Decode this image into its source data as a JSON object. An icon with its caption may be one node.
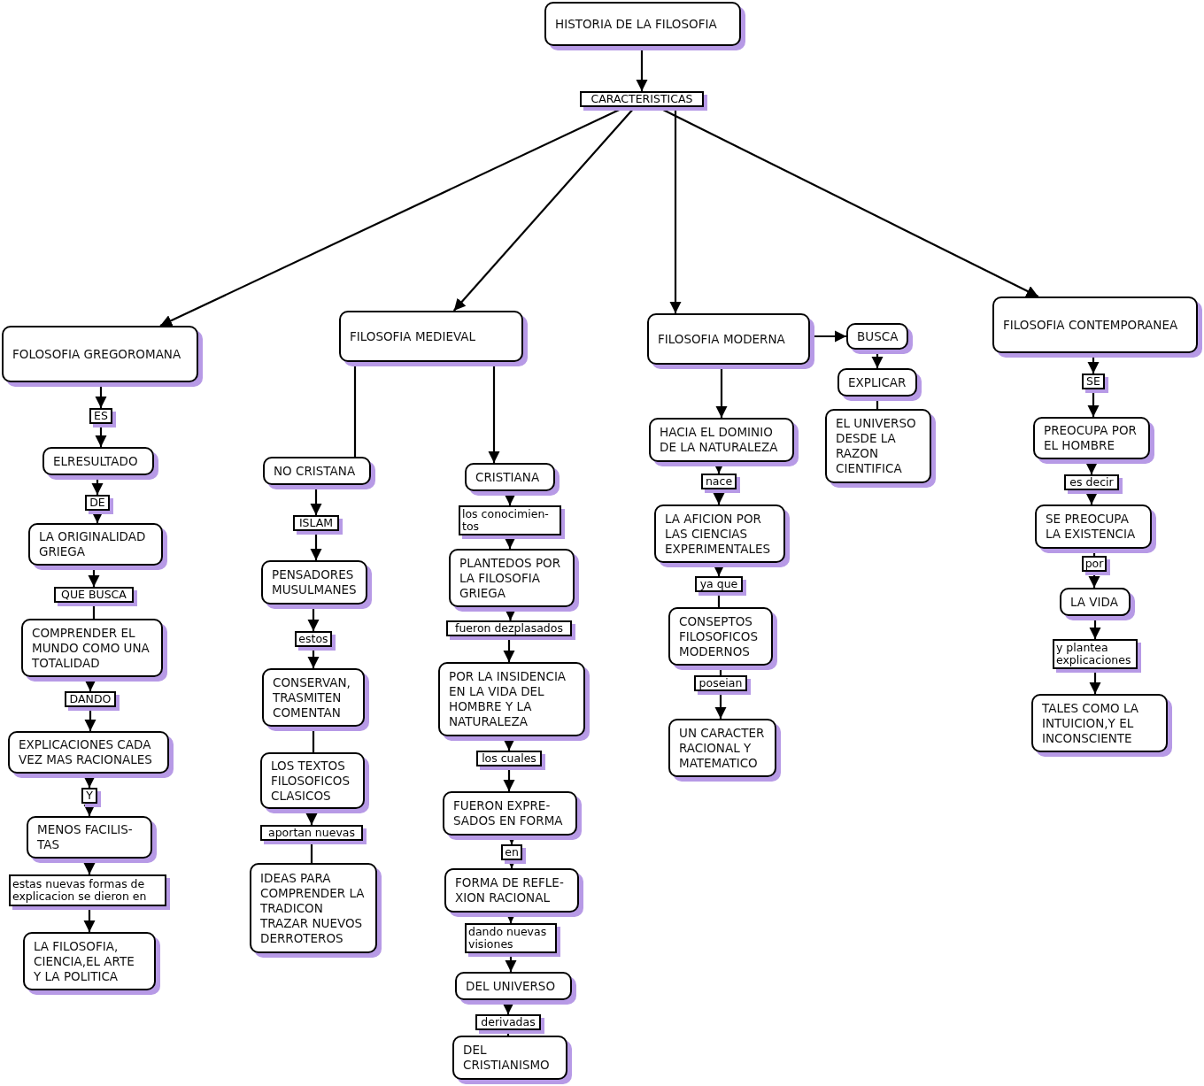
{
  "diagram": {
    "nodes": [
      {
        "text": [
          "HISTORIA DE LA FILOSOFIA"
        ]
      },
      {
        "text": [
          "CARACTERISTICAS"
        ]
      },
      {
        "text": [
          "FOLOSOFIA GREGOROMANA"
        ]
      },
      {
        "text": [
          "FILOSOFIA MEDIEVAL"
        ]
      },
      {
        "text": [
          "FILOSOFIA MODERNA"
        ]
      },
      {
        "text": [
          "BUSCA"
        ]
      },
      {
        "text": [
          "FILOSOFIA CONTEMPORANEA"
        ]
      },
      {
        "text": [
          "ES"
        ]
      },
      {
        "text": [
          "ELRESULTADO"
        ]
      },
      {
        "text": [
          "DE"
        ]
      },
      {
        "text": [
          "LA ORIGINALIDAD GRIEGA"
        ]
      },
      {
        "text": [
          "QUE BUSCA"
        ]
      },
      {
        "text": [
          "COMPRENDER EL MUNDO COMO UNA TOTALIDAD"
        ]
      },
      {
        "text": [
          "DANDO"
        ]
      },
      {
        "text": [
          "EXPLICACIONES CADA VEZ MAS RACIONALES"
        ]
      },
      {
        "text": [
          "Y"
        ]
      },
      {
        "text": [
          "MENOS FACILIS- TAS"
        ]
      },
      {
        "text": [
          "estas nuevas formas de explicacion se dieron en"
        ]
      },
      {
        "text": [
          "LA FILOSOFIA, CIENCIA,EL ARTE Y LA POLITICA"
        ]
      },
      {
        "text": [
          "NO CRISTANA"
        ]
      },
      {
        "text": [
          "ISLAM"
        ]
      },
      {
        "text": [
          "PENSADORES MUSULMANES"
        ]
      },
      {
        "text": [
          "estos"
        ]
      },
      {
        "text": [
          "CONSERVAN, TRASMITEN COMENTAN"
        ]
      },
      {
        "text": [
          "LOS TEXTOS FILOSOFICOS CLASICOS"
        ]
      },
      {
        "text": [
          "aportan nuevas"
        ]
      },
      {
        "text": [
          "IDEAS PARA COMPRENDER LA TRADICON TRAZAR NUEVOS DERROTEROS"
        ]
      },
      {
        "text": [
          "CRISTIANA"
        ]
      },
      {
        "text": [
          "los conocimien- tos"
        ]
      },
      {
        "text": [
          "PLANTEDOS POR LA FILOSOFIA GRIEGA"
        ]
      },
      {
        "text": [
          "fueron dezplasados"
        ]
      },
      {
        "text": [
          "POR LA INSIDENCIA EN LA VIDA DEL HOMBRE Y LA NATURALEZA"
        ]
      },
      {
        "text": [
          "los cuales"
        ]
      },
      {
        "text": [
          "FUERON EXPRE- SADOS EN FORMA"
        ]
      },
      {
        "text": [
          "en"
        ]
      },
      {
        "text": [
          "FORMA DE REFLE- XION RACIONAL"
        ]
      },
      {
        "text": [
          "dando nuevas visiones"
        ]
      },
      {
        "text": [
          "DEL UNIVERSO"
        ]
      },
      {
        "text": [
          "derivadas"
        ]
      },
      {
        "text": [
          "DEL CRISTIANISMO"
        ]
      },
      {
        "text": [
          "HACIA EL DOMINIO DE LA NATURALEZA"
        ]
      },
      {
        "text": [
          "nace"
        ]
      },
      {
        "text": [
          "LA AFICION POR LAS CIENCIAS EXPERIMENTALES"
        ]
      },
      {
        "text": [
          "ya que"
        ]
      },
      {
        "text": [
          "CONSEPTOS FILOSOFICOS MODERNOS"
        ]
      },
      {
        "text": [
          "poseian"
        ]
      },
      {
        "text": [
          "UN CARACTER RACIONAL Y MATEMATICO"
        ]
      },
      {
        "text": [
          "EXPLICAR"
        ]
      },
      {
        "text": [
          "EL UNIVERSO DESDE LA RAZON CIENTIFICA"
        ]
      },
      {
        "text": [
          "SE"
        ]
      },
      {
        "text": [
          "PREOCUPA POR EL HOMBRE"
        ]
      },
      {
        "text": [
          "es decir"
        ]
      },
      {
        "text": [
          "SE PREOCUPA LA EXISTENCIA"
        ]
      },
      {
        "text": [
          "por"
        ]
      },
      {
        "text": [
          "LA VIDA"
        ]
      },
      {
        "text": [
          "y plantea explicaciones"
        ]
      },
      {
        "text": [
          "TALES COMO LA INTUICION,Y EL INCONSCIENTE"
        ]
      }
    ],
    "edges": [
      {
        "from": 0,
        "to": 1,
        "arrow": "to"
      },
      {
        "from": 1,
        "to": 2,
        "arrow": "to"
      },
      {
        "from": 1,
        "to": 3,
        "arrow": "to"
      },
      {
        "from": 1,
        "to": 4,
        "arrow": "to"
      },
      {
        "from": 1,
        "to": 6,
        "arrow": "to"
      },
      {
        "from": 2,
        "to": 7,
        "arrow": "to"
      },
      {
        "from": 7,
        "to": 8,
        "arrow": "to"
      },
      {
        "from": 8,
        "to": 9,
        "arrow": "to"
      },
      {
        "from": 9,
        "to": 10,
        "arrow": "to"
      },
      {
        "from": 10,
        "to": 11,
        "arrow": "to"
      },
      {
        "from": 11,
        "to": 12,
        "arrow": "none"
      },
      {
        "from": 12,
        "to": 13,
        "arrow": "to"
      },
      {
        "from": 13,
        "to": 14,
        "arrow": "to"
      },
      {
        "from": 14,
        "to": 15,
        "arrow": "to"
      },
      {
        "from": 15,
        "to": 16,
        "arrow": "to"
      },
      {
        "from": 16,
        "to": 17,
        "arrow": "to"
      },
      {
        "from": 17,
        "to": 18,
        "arrow": "to"
      },
      {
        "from": 3,
        "to": 19,
        "arrow": "none"
      },
      {
        "from": 3,
        "to": 27,
        "arrow": "to"
      },
      {
        "from": 19,
        "to": 20,
        "arrow": "to"
      },
      {
        "from": 20,
        "to": 21,
        "arrow": "to"
      },
      {
        "from": 21,
        "to": 22,
        "arrow": "to"
      },
      {
        "from": 22,
        "to": 23,
        "arrow": "to"
      },
      {
        "from": 23,
        "to": 24,
        "arrow": "none"
      },
      {
        "from": 24,
        "to": 25,
        "arrow": "to"
      },
      {
        "from": 25,
        "to": 26,
        "arrow": "none"
      },
      {
        "from": 27,
        "to": 28,
        "arrow": "to"
      },
      {
        "from": 28,
        "to": 29,
        "arrow": "to"
      },
      {
        "from": 29,
        "to": 30,
        "arrow": "to"
      },
      {
        "from": 30,
        "to": 31,
        "arrow": "to"
      },
      {
        "from": 31,
        "to": 32,
        "arrow": "to"
      },
      {
        "from": 32,
        "to": 33,
        "arrow": "to"
      },
      {
        "from": 33,
        "to": 34,
        "arrow": "to"
      },
      {
        "from": 34,
        "to": 35,
        "arrow": "to"
      },
      {
        "from": 35,
        "to": 36,
        "arrow": "to"
      },
      {
        "from": 36,
        "to": 37,
        "arrow": "to"
      },
      {
        "from": 37,
        "to": 38,
        "arrow": "to"
      },
      {
        "from": 38,
        "to": 39,
        "arrow": "none"
      },
      {
        "from": 4,
        "to": 5,
        "arrow": "to"
      },
      {
        "from": 4,
        "to": 40,
        "arrow": "to"
      },
      {
        "from": 40,
        "to": 41,
        "arrow": "to"
      },
      {
        "from": 41,
        "to": 42,
        "arrow": "to"
      },
      {
        "from": 42,
        "to": 43,
        "arrow": "to"
      },
      {
        "from": 43,
        "to": 44,
        "arrow": "none"
      },
      {
        "from": 44,
        "to": 45,
        "arrow": "none"
      },
      {
        "from": 45,
        "to": 46,
        "arrow": "to"
      },
      {
        "from": 5,
        "to": 47,
        "arrow": "to"
      },
      {
        "from": 47,
        "to": 48,
        "arrow": "none"
      },
      {
        "from": 6,
        "to": 49,
        "arrow": "to"
      },
      {
        "from": 49,
        "to": 50,
        "arrow": "to"
      },
      {
        "from": 50,
        "to": 51,
        "arrow": "to"
      },
      {
        "from": 51,
        "to": 52,
        "arrow": "to"
      },
      {
        "from": 52,
        "to": 53,
        "arrow": "none"
      },
      {
        "from": 53,
        "to": 54,
        "arrow": "to"
      },
      {
        "from": 54,
        "to": 55,
        "arrow": "to"
      },
      {
        "from": 55,
        "to": 56,
        "arrow": "to"
      }
    ]
  }
}
